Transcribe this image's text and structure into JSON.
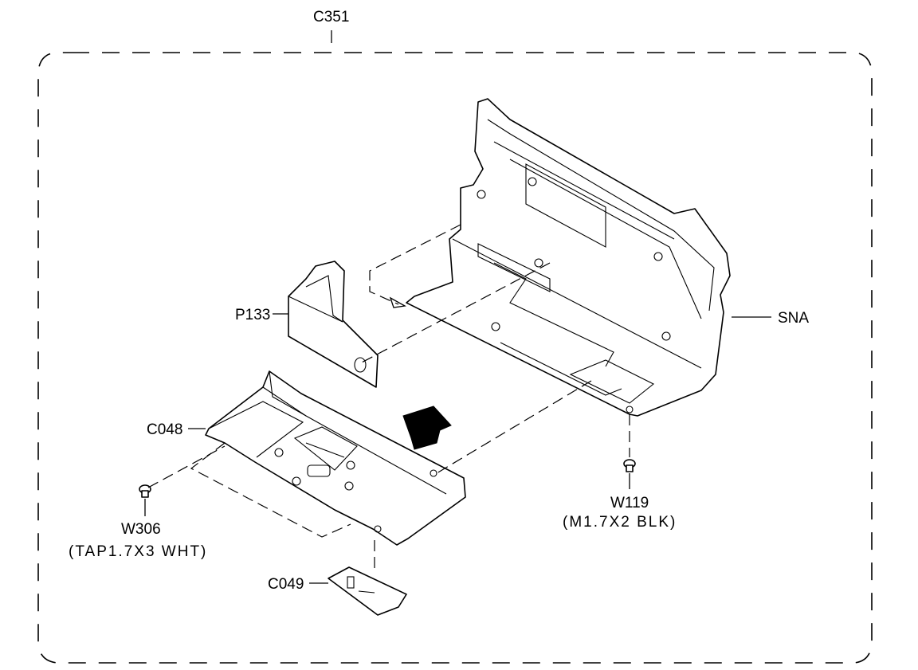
{
  "labels": {
    "assembly": "C351",
    "p133": "P133",
    "c048": "C048",
    "w306": "W306",
    "w306_spec": "(TAP1.7X3 WHT)",
    "c049": "C049",
    "w119": "W119",
    "w119_spec": "(M1.7X2 BLK)",
    "sna": "SNA"
  },
  "colors": {
    "ink": "#000000",
    "paper": "#ffffff"
  }
}
